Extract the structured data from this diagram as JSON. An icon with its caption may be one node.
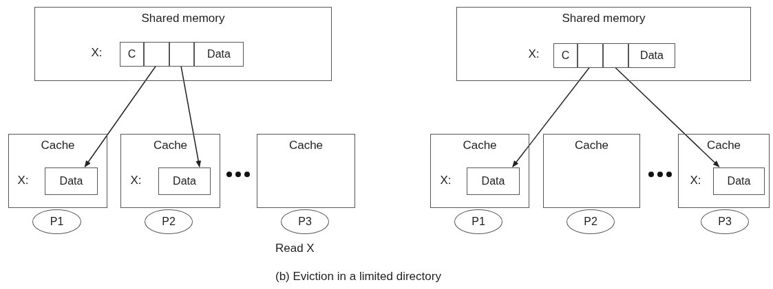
{
  "diagram": {
    "caption": "(b) Eviction in a limited directory",
    "nodes": [
      {
        "text": [
          "Shared memory",
          "X:"
        ]
      },
      {
        "text": [
          "C"
        ],
        "in": 0
      },
      {
        "text": [],
        "shape": "box",
        "in": 0
      },
      {
        "text": [],
        "shape": "box",
        "in": 0
      },
      {
        "text": [
          "Data"
        ],
        "in": 0
      },
      {
        "text": [
          "Cache",
          "X:"
        ]
      },
      {
        "text": [
          "Data"
        ],
        "in": 5
      },
      {
        "text": [
          "Cache",
          "X:"
        ]
      },
      {
        "text": [
          "Data"
        ],
        "in": 7
      },
      {
        "text": [
          "Cache"
        ]
      },
      {
        "text": [
          "P1"
        ]
      },
      {
        "text": [
          "P2"
        ]
      },
      {
        "text": [
          "P3"
        ],
        "beside": [
          "Read X"
        ]
      },
      {
        "text": [
          "Shared memory",
          "X:"
        ]
      },
      {
        "text": [
          "C"
        ],
        "in": 13
      },
      {
        "text": [],
        "shape": "box",
        "in": 13
      },
      {
        "text": [],
        "shape": "box",
        "in": 13
      },
      {
        "text": [
          "Data"
        ],
        "in": 13
      },
      {
        "text": [
          "Cache",
          "X:"
        ]
      },
      {
        "text": [
          "Data"
        ],
        "in": 18
      },
      {
        "text": [
          "Cache"
        ]
      },
      {
        "text": [
          "Cache",
          "X:"
        ]
      },
      {
        "text": [
          "Data"
        ],
        "in": 21
      },
      {
        "text": [
          "P1"
        ]
      },
      {
        "text": [
          "P2"
        ]
      },
      {
        "text": [
          "P3"
        ]
      }
    ],
    "edges": [
      {
        "from": 2,
        "to": 6,
        "arrow": "to"
      },
      {
        "from": 3,
        "to": 8,
        "arrow": "to"
      },
      {
        "from": 15,
        "to": 19,
        "arrow": "to"
      },
      {
        "from": 16,
        "to": 22,
        "arrow": "to"
      }
    ]
  }
}
